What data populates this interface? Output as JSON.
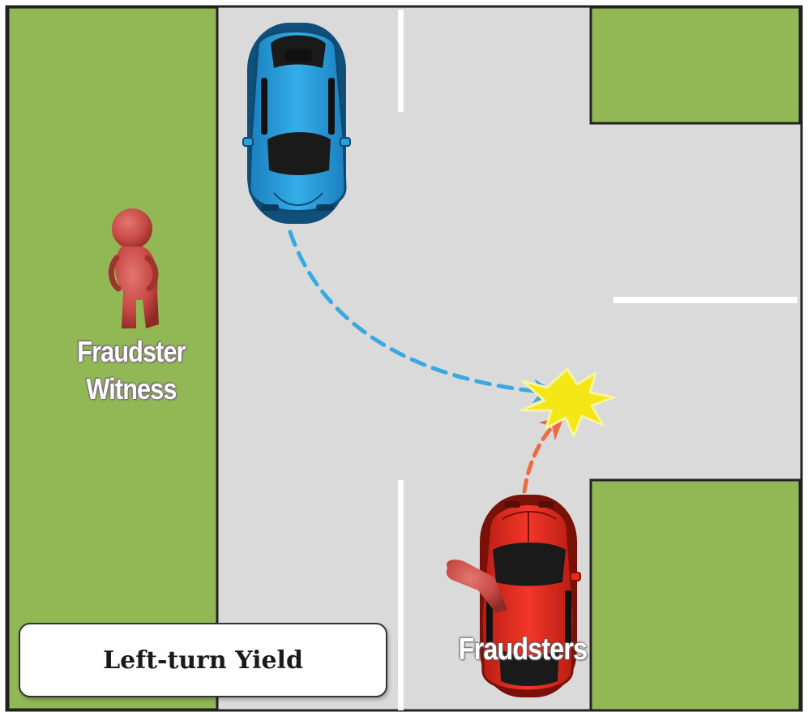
{
  "labels": {
    "witness_line1": "Fraudster",
    "witness_line2": "Witness",
    "fraudsters": "Fraudsters",
    "title": "Left-turn Yield"
  },
  "colors": {
    "grass": "#92b755",
    "road": "#dadada",
    "blue_car": "#2b9fdc",
    "red_car": "#e8291c",
    "person": "#c84a45",
    "blue_path": "#3aa9df",
    "red_path": "#ee6a40",
    "collision": "#f5e616"
  },
  "icons": [
    "blue-car-icon",
    "red-car-icon",
    "person-icon",
    "collision-burst-icon",
    "arrow-icon"
  ]
}
